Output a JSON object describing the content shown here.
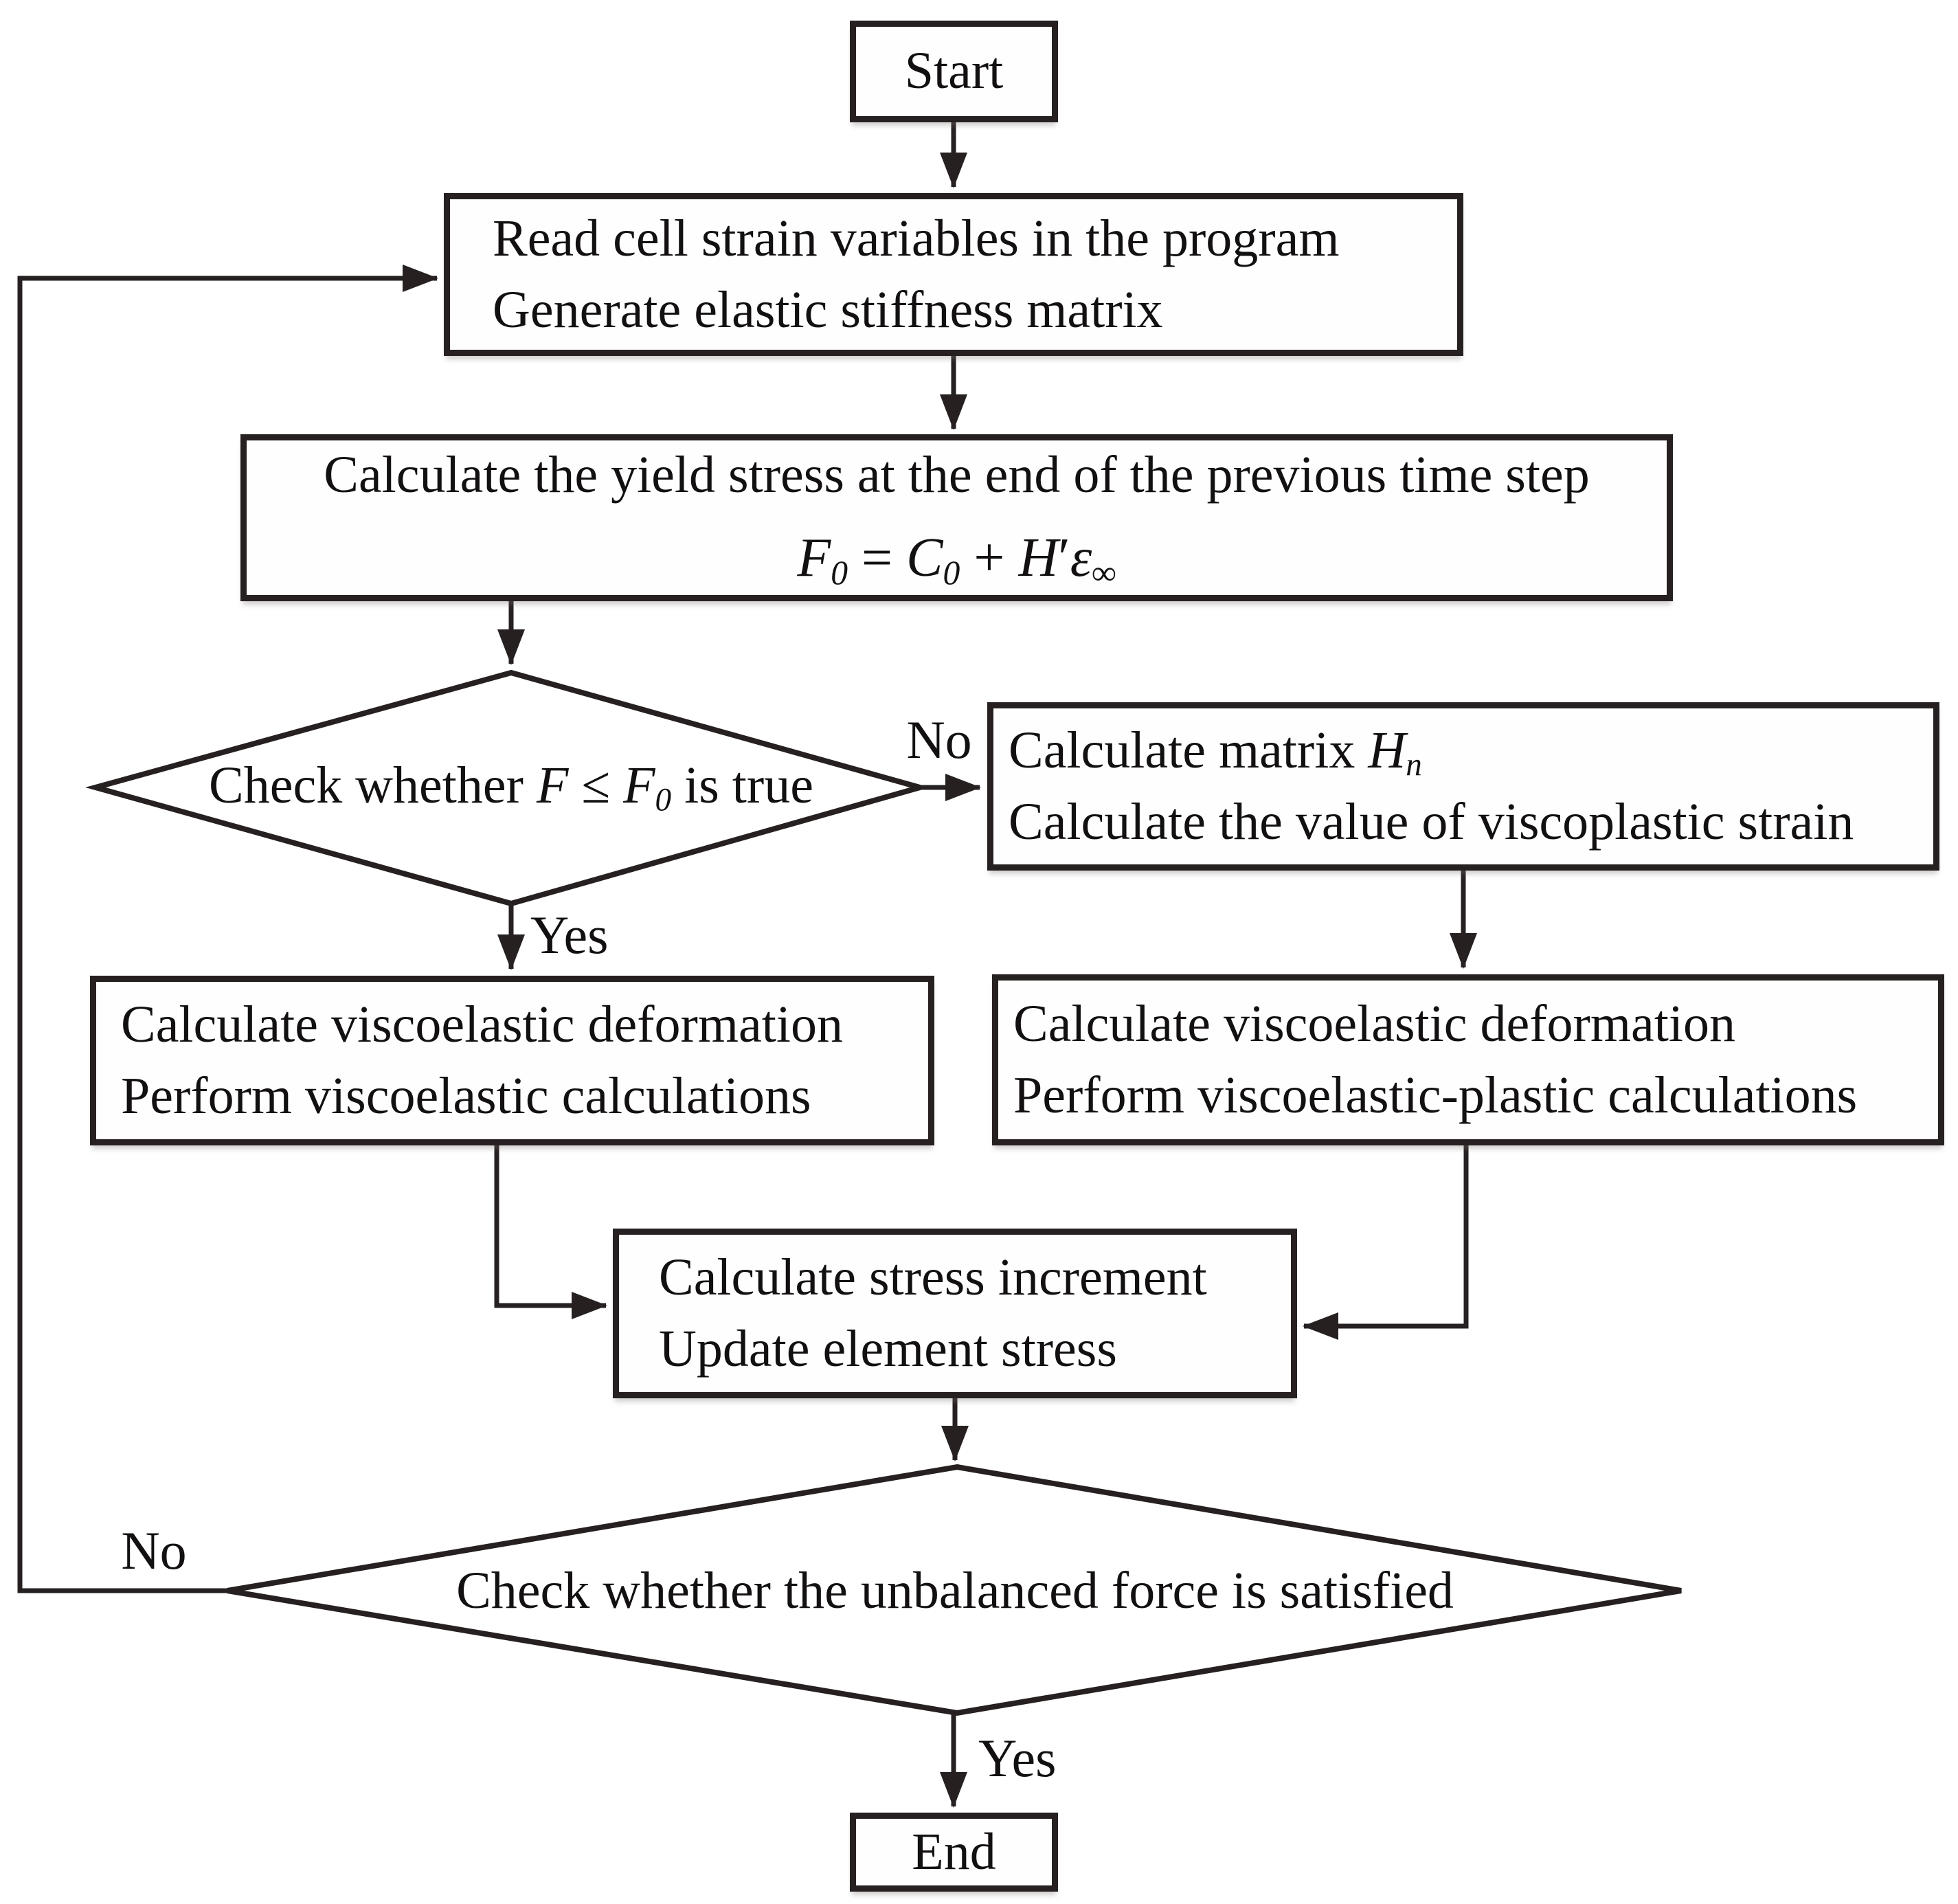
{
  "figure": {
    "background": "#ffffff",
    "line_color": "#262021",
    "text_color": "#131011"
  },
  "nodes": {
    "start": {
      "label": "Start"
    },
    "read": {
      "line1": "Read cell strain variables in the program",
      "line2": "Generate elastic stiffness matrix"
    },
    "yield": {
      "line1": "Calculate the yield stress at the end of the previous time step",
      "formula": {
        "f": "F",
        "f_sub": "0",
        "eq": " = ",
        "c": "C",
        "c_sub": "0",
        "plus": " + ",
        "h": "H",
        "h_prime": "′",
        "eps": "ε",
        "eps_sub": "∞"
      }
    },
    "check_yield": {
      "pre": "Check whether ",
      "f1": "F",
      "leq": " ≤ ",
      "f2": "F",
      "f2_sub": "0",
      "post": " is true"
    },
    "calc_viscoplastic": {
      "line1_text": "Calculate matrix ",
      "h": "H",
      "h_sub": "n",
      "line2": "Calculate the value of viscoplastic strain"
    },
    "viscoelastic": {
      "line1": "Calculate viscoelastic deformation",
      "line2": "Perform viscoelastic calculations"
    },
    "viscoelastic_plastic": {
      "line1": "Calculate viscoelastic deformation",
      "line2": "Perform viscoelastic-plastic calculations"
    },
    "stress": {
      "line1": "Calculate stress increment",
      "line2": "Update element stress"
    },
    "check_force": {
      "label": "Check whether the unbalanced force is satisfied"
    },
    "end": {
      "label": "End"
    }
  },
  "edge_labels": {
    "check_yield_no": "No",
    "check_yield_yes": "Yes",
    "check_force_no": "No",
    "check_force_yes": "Yes"
  }
}
